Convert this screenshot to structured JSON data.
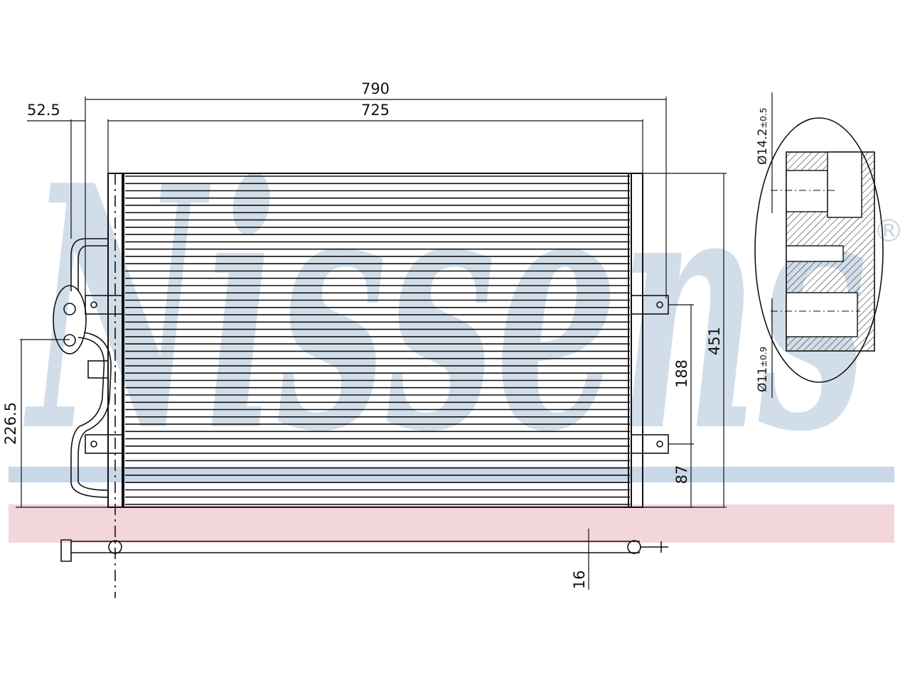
{
  "watermark": {
    "brand": "Nissens",
    "registered_mark": "®",
    "blue_color": "#c9d8e6",
    "pink_color": "#f2d6dc"
  },
  "dimensions": {
    "overall_width": "790",
    "core_width": "725",
    "offset_left": "52.5",
    "overall_height": "451",
    "bracket_spacing": "188",
    "bottom_bracket_height": "87",
    "inlet_height": "226.5",
    "depth": "16"
  },
  "detail": {
    "outer_diameter_main": "Ø14.2",
    "outer_diameter_tol": "±0.5",
    "inner_diameter_main": "Ø11",
    "inner_diameter_tol": "±0.9"
  },
  "colors": {
    "line": "#111111"
  }
}
